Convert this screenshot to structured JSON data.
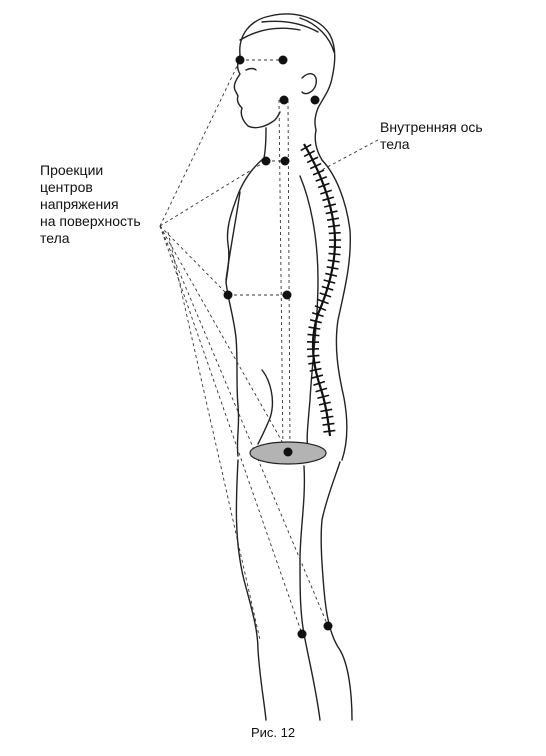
{
  "labels": {
    "projections": "Проекции\nцентров\nнапряжения\nна поверхность\nтела",
    "inner_axis": "Внутренняя ось\nтела"
  },
  "caption": "Рис. 12",
  "colors": {
    "ink": "#111111",
    "pelvis_fill": "#b3b3b3",
    "background": "#ffffff"
  }
}
